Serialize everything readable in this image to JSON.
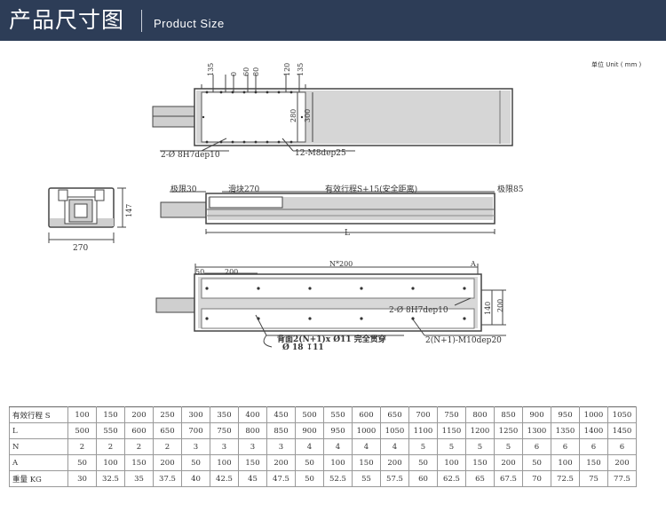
{
  "header": {
    "title": "产品尺寸图",
    "subtitle": "Product Size"
  },
  "unit_note": "单位 Unit ( mm )",
  "top_view": {
    "dims_vertical": [
      "135",
      "0",
      "60",
      "80",
      "120",
      "135"
    ],
    "dim_280": "280",
    "dim_300": "300",
    "callout_left": "2-Ø 8H7dep10",
    "callout_right": "12-M8dep25"
  },
  "side_views": {
    "end_height": "147",
    "end_width": "270",
    "limit_left": "极限30",
    "slider": "滑块270",
    "stroke": "有效行程S+15(安全距离)",
    "limit_right": "极限85",
    "length": "L"
  },
  "bottom_view": {
    "n200": "N*200",
    "d50": "50",
    "d200": "200",
    "a": "A",
    "pins": "2-Ø 8H7dep10",
    "d140": "140",
    "d200v": "200",
    "through_1": "背面2(N+1)x Ø11 完全贯穿",
    "through_2": "Ø 18 ↧11",
    "taps": "2(N+1)-M10dep20"
  },
  "spec_table": {
    "rows": [
      {
        "label": "有效行程 S",
        "values": [
          "100",
          "150",
          "200",
          "250",
          "300",
          "350",
          "400",
          "450",
          "500",
          "550",
          "600",
          "650",
          "700",
          "750",
          "800",
          "850",
          "900",
          "950",
          "1000",
          "1050"
        ]
      },
      {
        "label": "L",
        "values": [
          "500",
          "550",
          "600",
          "650",
          "700",
          "750",
          "800",
          "850",
          "900",
          "950",
          "1000",
          "1050",
          "1100",
          "1150",
          "1200",
          "1250",
          "1300",
          "1350",
          "1400",
          "1450"
        ]
      },
      {
        "label": "N",
        "values": [
          "2",
          "2",
          "2",
          "2",
          "3",
          "3",
          "3",
          "3",
          "4",
          "4",
          "4",
          "4",
          "5",
          "5",
          "5",
          "5",
          "6",
          "6",
          "6",
          "6"
        ]
      },
      {
        "label": "A",
        "values": [
          "50",
          "100",
          "150",
          "200",
          "50",
          "100",
          "150",
          "200",
          "50",
          "100",
          "150",
          "200",
          "50",
          "100",
          "150",
          "200",
          "50",
          "100",
          "150",
          "200"
        ]
      },
      {
        "label": "重量 KG",
        "values": [
          "30",
          "32.5",
          "35",
          "37.5",
          "40",
          "42.5",
          "45",
          "47.5",
          "50",
          "52.5",
          "55",
          "57.5",
          "60",
          "62.5",
          "65",
          "67.5",
          "70",
          "72.5",
          "75",
          "77.5"
        ]
      }
    ]
  }
}
